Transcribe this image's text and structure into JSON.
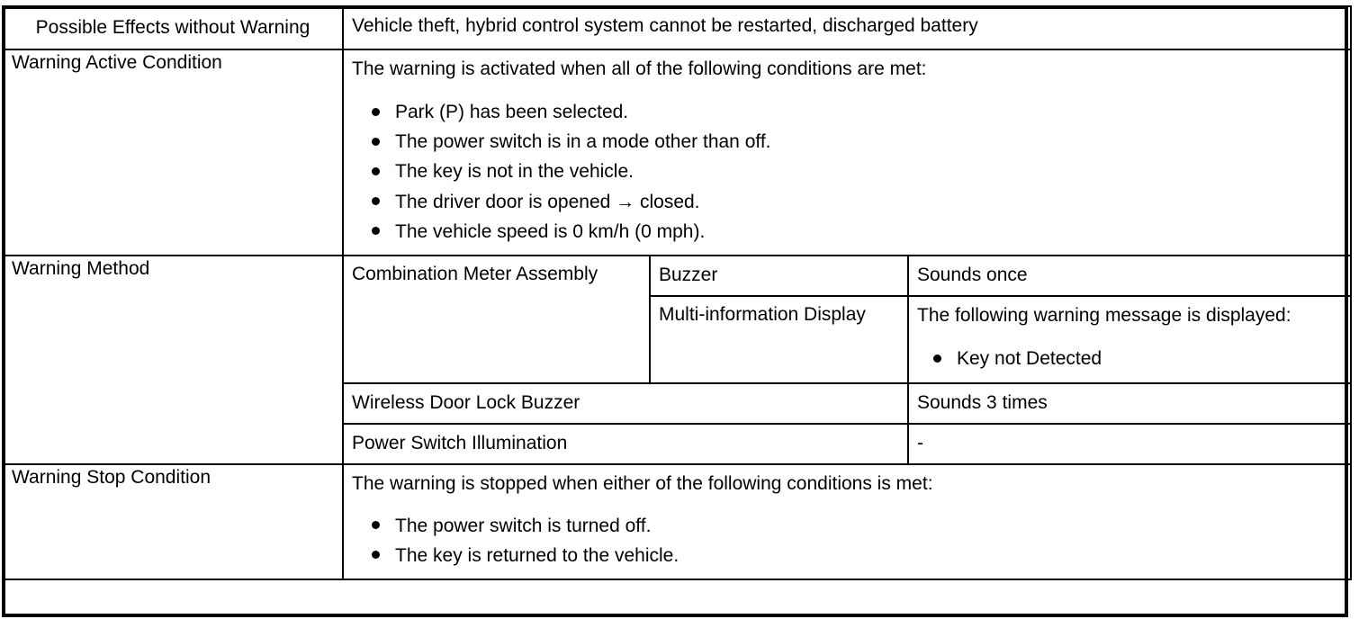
{
  "table": {
    "rows": [
      {
        "id": "possible-effects",
        "label": "Possible Effects without Warning",
        "value": "Vehicle theft, hybrid control system cannot be restarted, discharged battery"
      },
      {
        "id": "warning-active-condition",
        "label": "Warning Active Condition",
        "lead": "The warning is activated when all of the following conditions are met:",
        "bullets": [
          "Park (P) has been selected.",
          "The power switch is in a mode other than off.",
          "The key is not in the vehicle.",
          "The driver door is opened → closed.",
          "The vehicle speed is 0 km/h (0 mph)."
        ]
      },
      {
        "id": "warning-method",
        "label": "Warning Method",
        "methods": [
          {
            "component": "Combination Meter Assembly",
            "devices": [
              {
                "device": "Buzzer",
                "result": "Sounds once",
                "result_bullets": []
              },
              {
                "device": "Multi-information Display",
                "result": "The following warning message is displayed:",
                "result_bullets": [
                  "Key not Detected"
                ]
              }
            ]
          },
          {
            "component": "Wireless Door Lock Buzzer",
            "result": "Sounds 3 times"
          },
          {
            "component": "Power Switch Illumination",
            "result": "-"
          }
        ]
      },
      {
        "id": "warning-stop-condition",
        "label": "Warning Stop Condition",
        "lead": "The warning is stopped when either of the following conditions is met:",
        "bullets": [
          "The power switch is turned off.",
          "The key is returned to the vehicle."
        ]
      }
    ]
  },
  "colors": {
    "border": "#000000",
    "text": "#000000",
    "background": "#ffffff"
  }
}
